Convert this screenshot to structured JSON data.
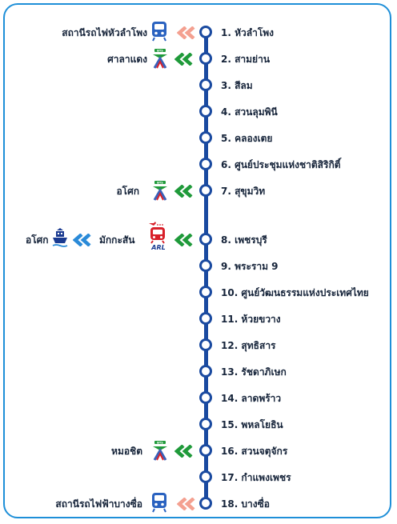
{
  "stations": [
    {
      "label": "1. หัวลำโพง"
    },
    {
      "label": "2. สามย่าน"
    },
    {
      "label": "3. สีลม"
    },
    {
      "label": "4. สวนลุมพินี"
    },
    {
      "label": "5. คลองเตย"
    },
    {
      "label": "6. ศูนย์ประชุมแห่งชาติสิริกิติ์"
    },
    {
      "label": "7. สุขุมวิท"
    },
    {
      "label": "8. เพชรบุรี"
    },
    {
      "label": "9. พระราม 9"
    },
    {
      "label": "10. ศูนย์วัฒนธรรมแห่งประเทศไทย"
    },
    {
      "label": "11. ห้วยขวาง"
    },
    {
      "label": "12. สุทธิสาร"
    },
    {
      "label": "13. รัชดาภิเษก"
    },
    {
      "label": "14. ลาดพร้าว"
    },
    {
      "label": "15. พหลโยธิน"
    },
    {
      "label": "16. สวนจตุจักร"
    },
    {
      "label": "17. กำแพงเพชร"
    },
    {
      "label": "18. บางซื่อ"
    }
  ],
  "transfers": {
    "hualamphong": {
      "label": "สถานีรถไฟหัวลำโพง",
      "icon": "train-icon",
      "chevron_color": "#f4a090"
    },
    "sala_daeng": {
      "label": "ศาลาแดง",
      "icon": "bts-icon",
      "chevron_color": "#1f9a3a",
      "badge": "BTS"
    },
    "asok": {
      "label": "อโศก",
      "icon": "bts-icon",
      "chevron_color": "#1f9a3a",
      "badge": "BTS"
    },
    "makkasan": {
      "label": "มักกะสัน",
      "icon": "arl-icon",
      "chevron_color": "#1f9a3a",
      "badge": "ARL"
    },
    "asok_boat": {
      "label": "อโศก",
      "icon": "boat-icon",
      "chevron_color": "#2a8ad8"
    },
    "mo_chit": {
      "label": "หมอชิต",
      "icon": "bts-icon",
      "chevron_color": "#1f9a3a",
      "badge": "BTS"
    },
    "bang_sue": {
      "label": "สถานีรถไฟฟ้าบางซื่อ",
      "icon": "train-icon",
      "chevron_color": "#f4a090"
    }
  },
  "colors": {
    "line": "#1a4aa0",
    "frame": "#1e8fd8",
    "bts_green": "#1f9a3a",
    "salmon": "#f4a090",
    "arl_red": "#d8202a"
  }
}
